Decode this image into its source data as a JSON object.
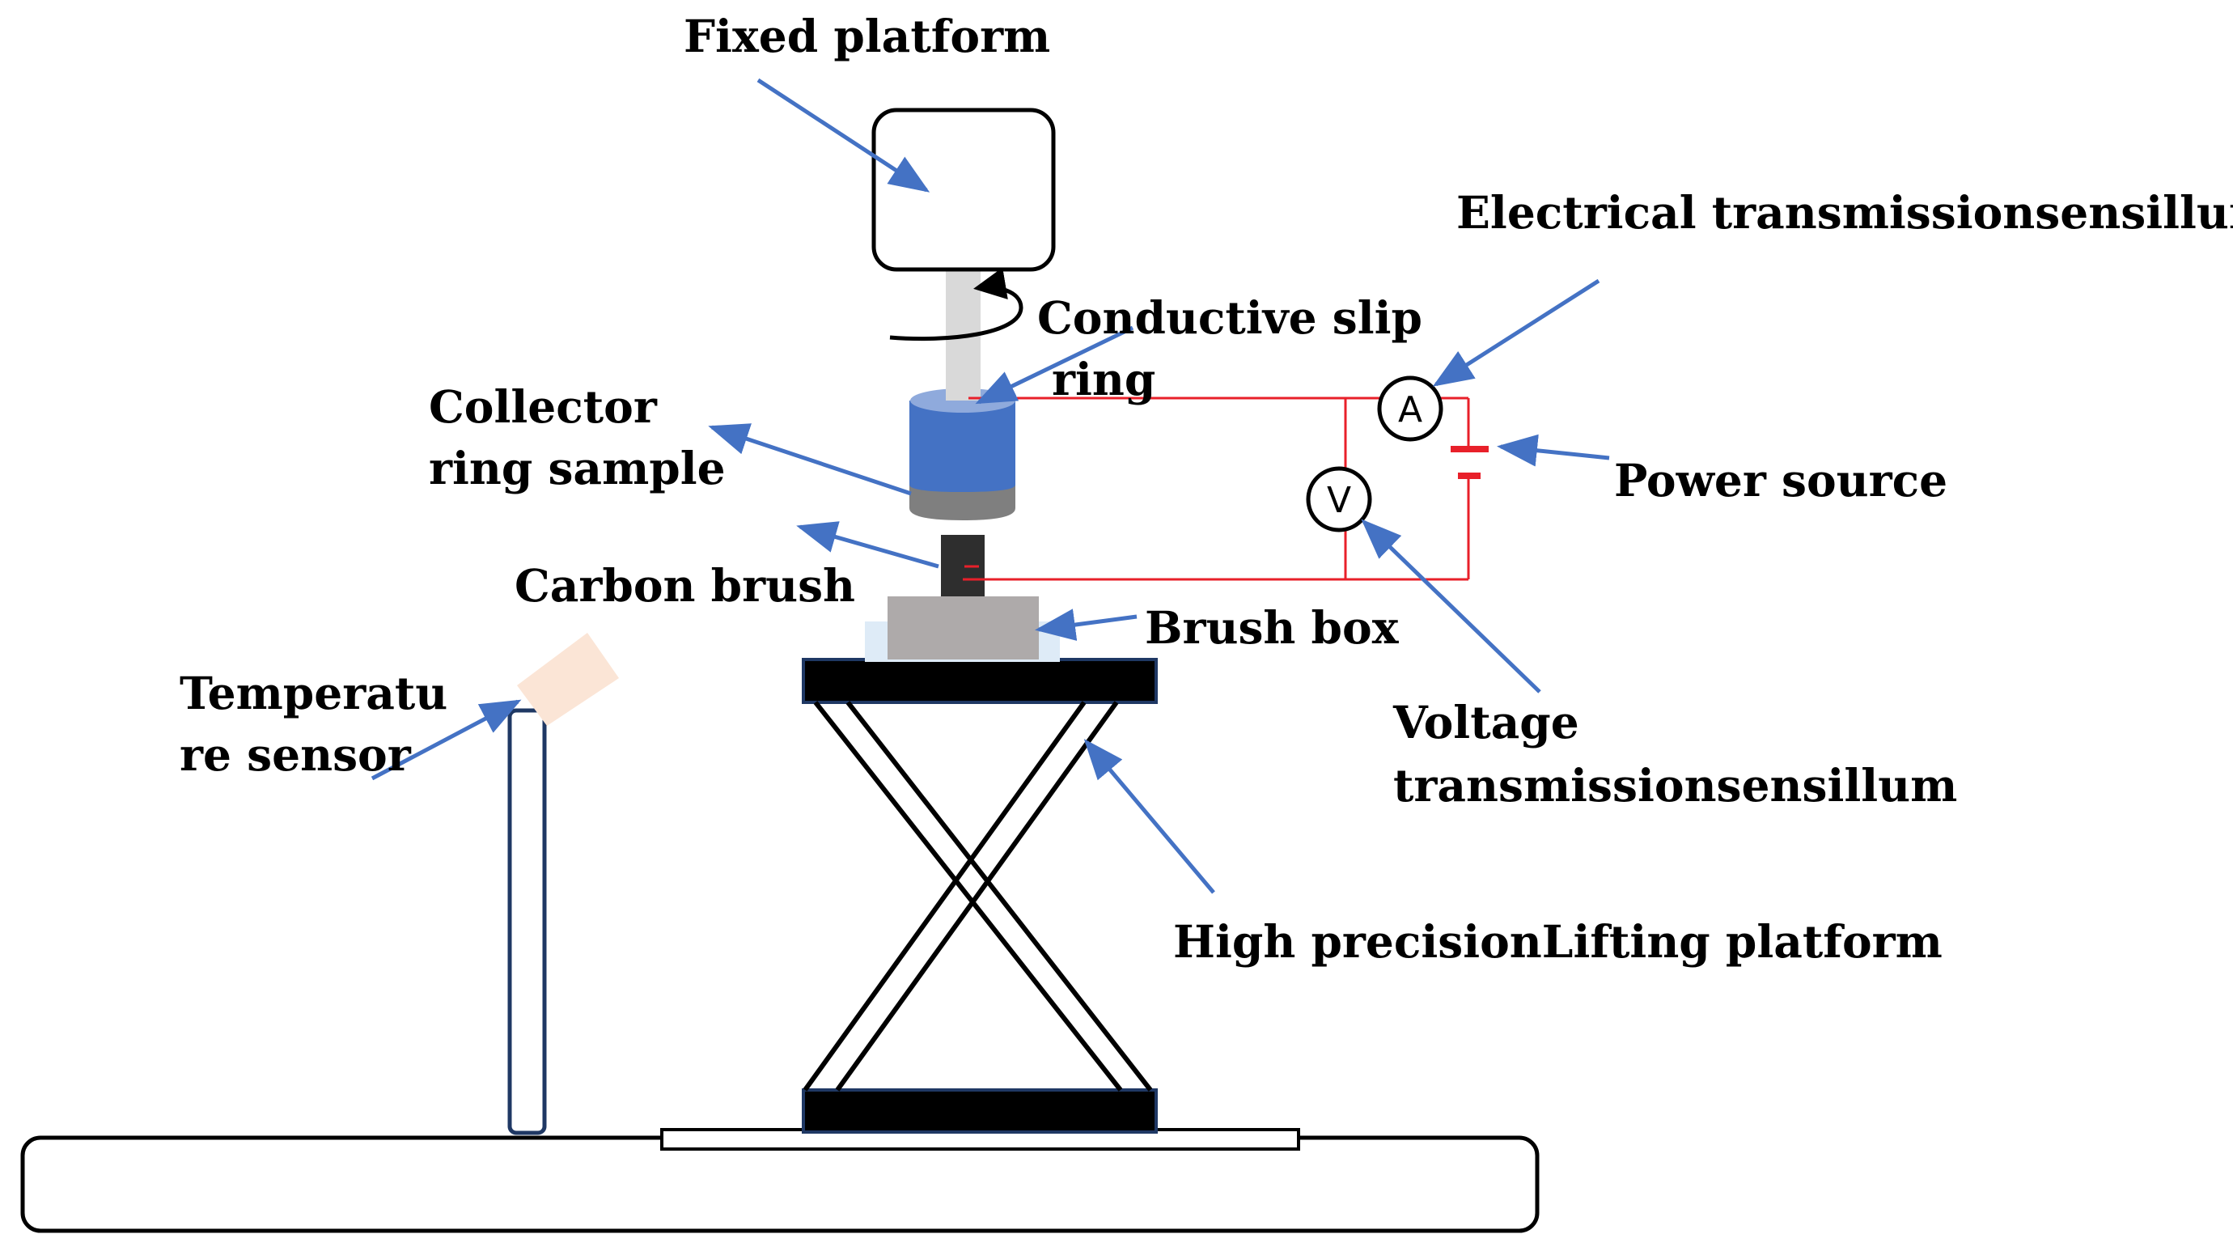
{
  "labels": {
    "fixed_platform": "Fixed platform",
    "conductive_slip_ring_line1": "Conductive slip",
    "conductive_slip_ring_line2": "ring",
    "collector_ring_sample_line1": "Collector",
    "collector_ring_sample_line2": "ring sample",
    "carbon_brush": "Carbon brush",
    "brush_box": "Brush box",
    "temperature_sensor_line1": "Temperatu",
    "temperature_sensor_line2": "re sensor",
    "electrical_transmission_sensillum": "Electrical transmissionsensillum",
    "power_source": "Power source",
    "voltage_transmission_sensillum_line1": "Voltage",
    "voltage_transmission_sensillum_line2": "transmissionsensillum",
    "high_precision_lifting_platform": "High precisionLifting platform"
  },
  "meters": {
    "ammeter": "A",
    "voltmeter": "V"
  },
  "colors": {
    "arrow": "#4472C4",
    "circuit_wire": "#E8202A",
    "collector_ring": "#4472C4",
    "collector_ring_base": "#7F7F7F",
    "shaft": "#D9D9D9",
    "carbon_brush": "#2E2E2E",
    "brush_box": "#AEAAAA",
    "platform_plate": "#000000",
    "temperature_sensor_tip": "#FBE5D6",
    "outline": "#000000"
  }
}
